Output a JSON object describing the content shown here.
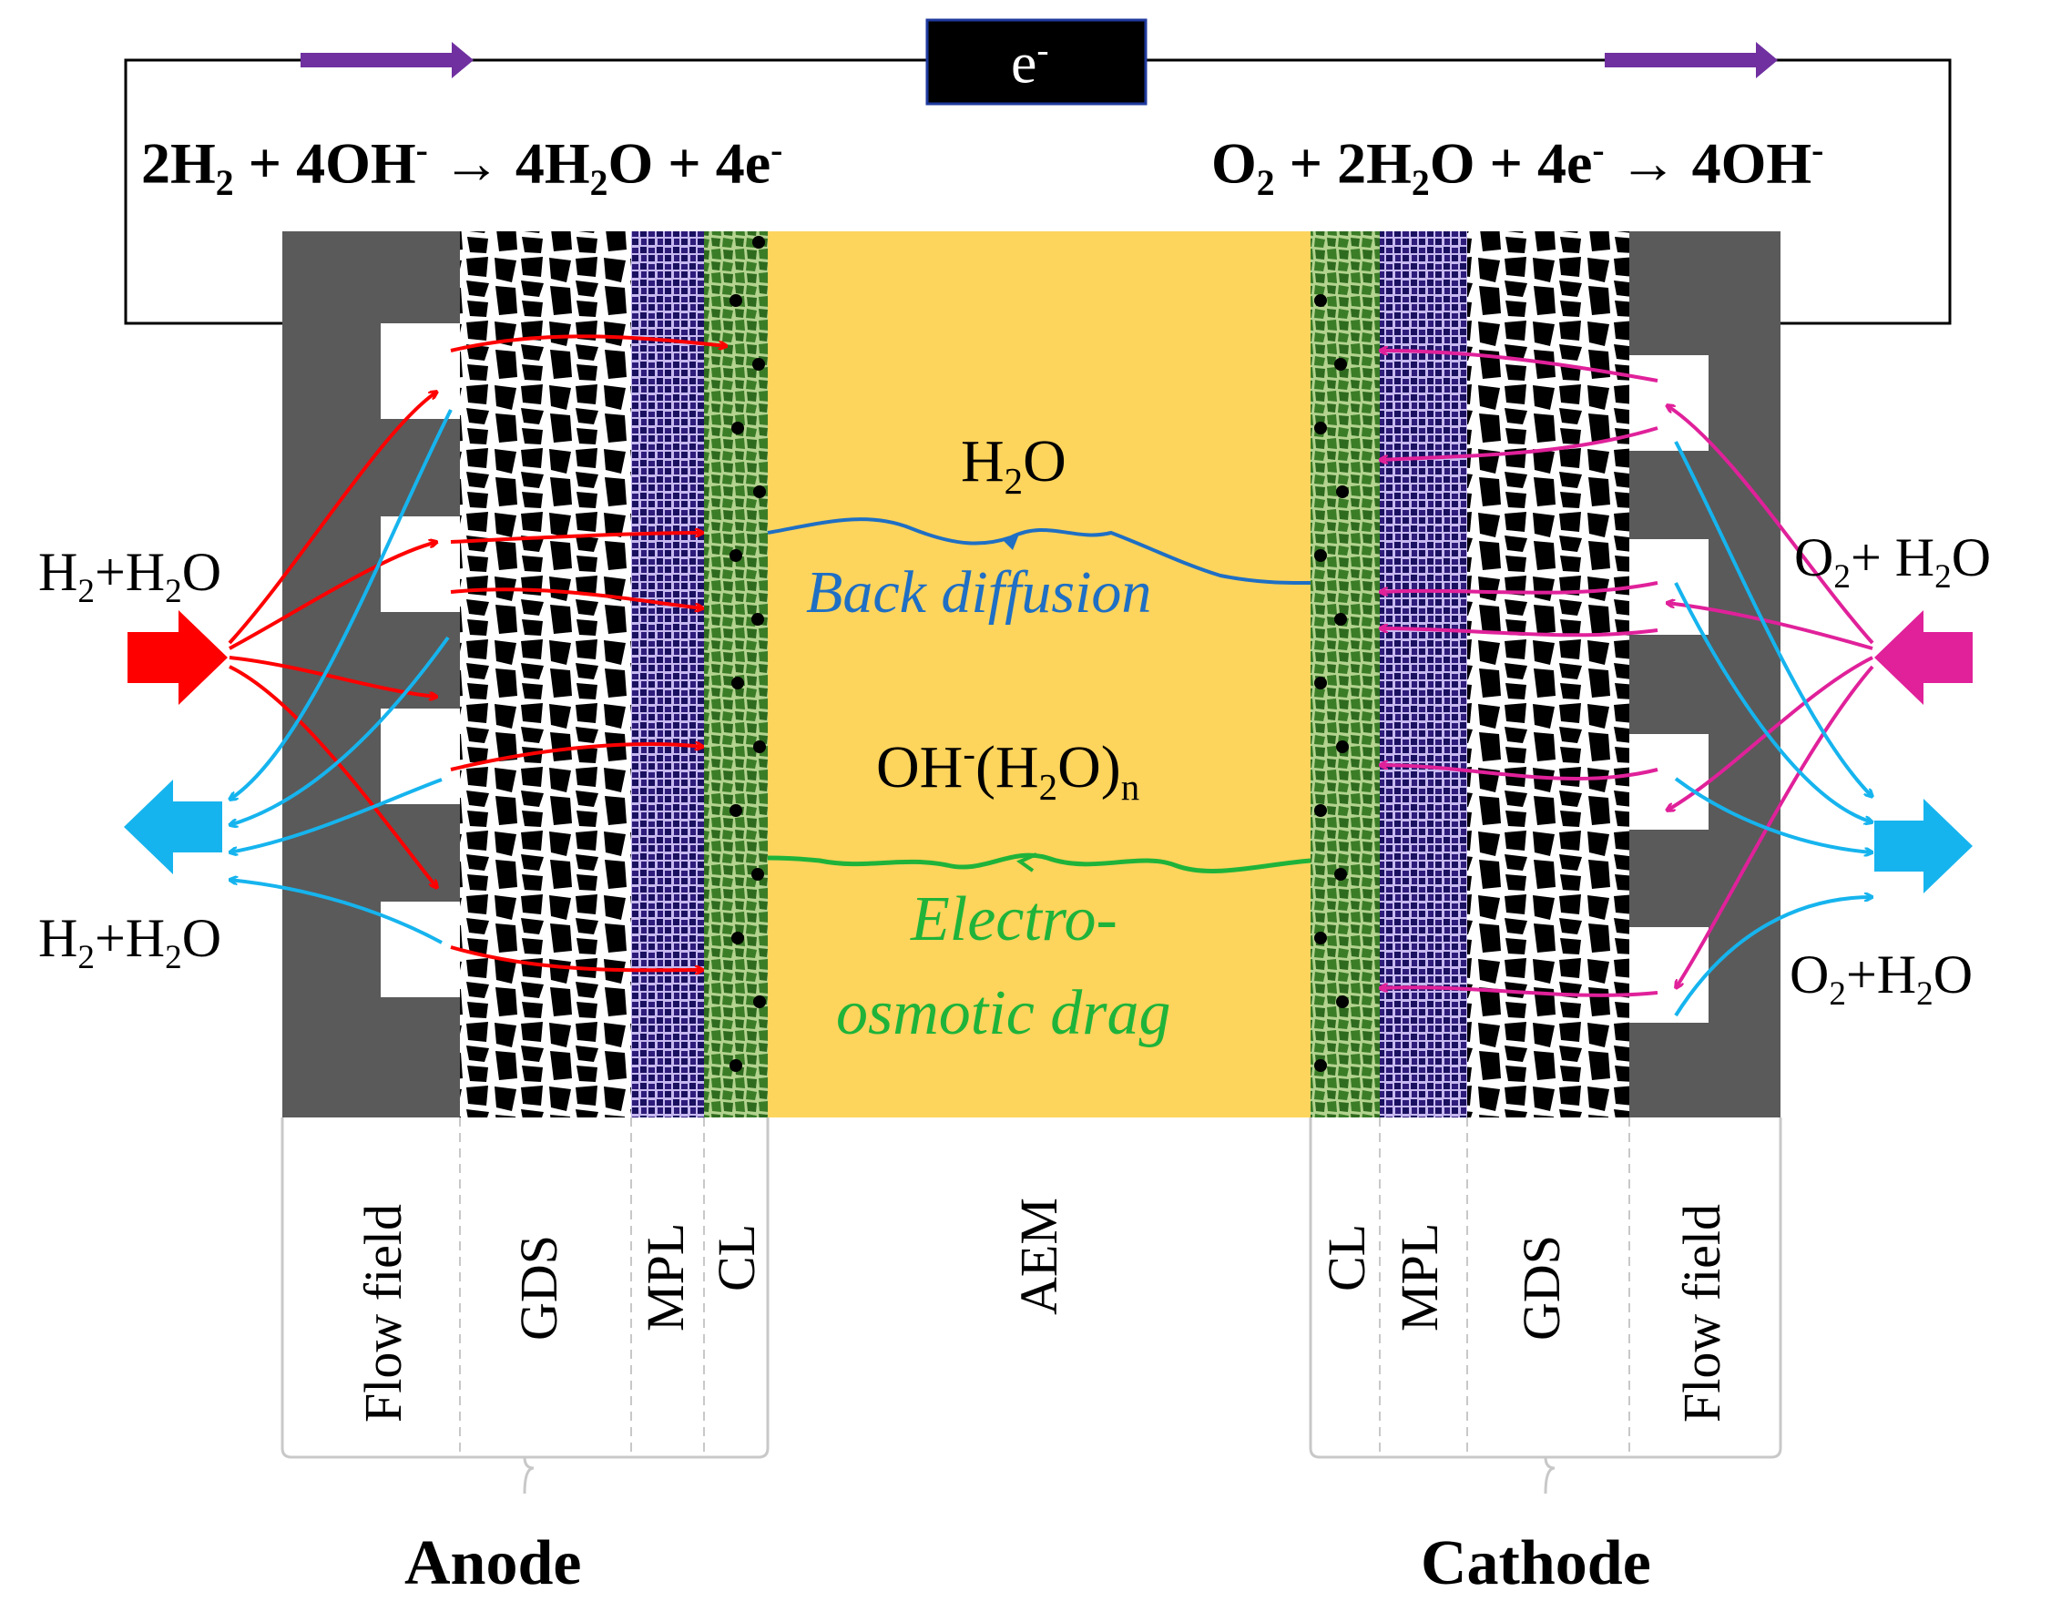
{
  "circuit": {
    "electron_label": "e",
    "electron_sup": "-"
  },
  "equations": {
    "anode": {
      "p1": "2H",
      "s1": "2",
      "p2": " + 4OH",
      "u1": "-",
      "p3": " → 4H",
      "s2": "2",
      "p4": "O + 4e",
      "u2": "-"
    },
    "cathode": {
      "p1": "O",
      "s1": "2",
      "p2": " + 2H",
      "s2": "2",
      "p3": "O + 4e",
      "u1": "-",
      "p4": " → 4OH",
      "u2": "-"
    }
  },
  "streams": {
    "anode_in": {
      "a": "H",
      "s1": "2",
      "b": "+H",
      "s2": "2",
      "c": "O"
    },
    "anode_out": {
      "a": "H",
      "s1": "2",
      "b": "+H",
      "s2": "2",
      "c": "O"
    },
    "cathode_in": {
      "a": "O",
      "s1": "2",
      "b": "+ H",
      "s2": "2",
      "c": "O"
    },
    "cathode_out": {
      "a": "O",
      "s1": "2",
      "b": "+H",
      "s2": "2",
      "c": "O"
    }
  },
  "membrane": {
    "water": {
      "a": "H",
      "s": "2",
      "b": "O"
    },
    "back_diffusion": "Back diffusion",
    "ion": {
      "a": "OH",
      "u": "-",
      "b": "(H",
      "s": "2",
      "c": "O)",
      "n": "n"
    },
    "drag_line1": "Electro-",
    "drag_line2": "osmotic drag"
  },
  "layers": {
    "anode": [
      "Flow field",
      "GDS",
      "MPL",
      "CL"
    ],
    "center": "AEM",
    "cathode": [
      "CL",
      "MPL",
      "GDS",
      "Flow field"
    ]
  },
  "sides": {
    "anode": "Anode",
    "cathode": "Cathode"
  },
  "colors": {
    "flow_plate": "#5a5a5a",
    "membrane": "#fdd45c",
    "catalyst": "#2e6b1e",
    "mpl": "#3a2a8a",
    "gds": "#000000",
    "h2_stream": "#ff0000",
    "o2_stream": "#e0219a",
    "exhaust": "#16b4ee",
    "back_diffusion": "#1f6fc4",
    "drag": "#1fb33a",
    "electron_arrow": "#7030a0"
  }
}
